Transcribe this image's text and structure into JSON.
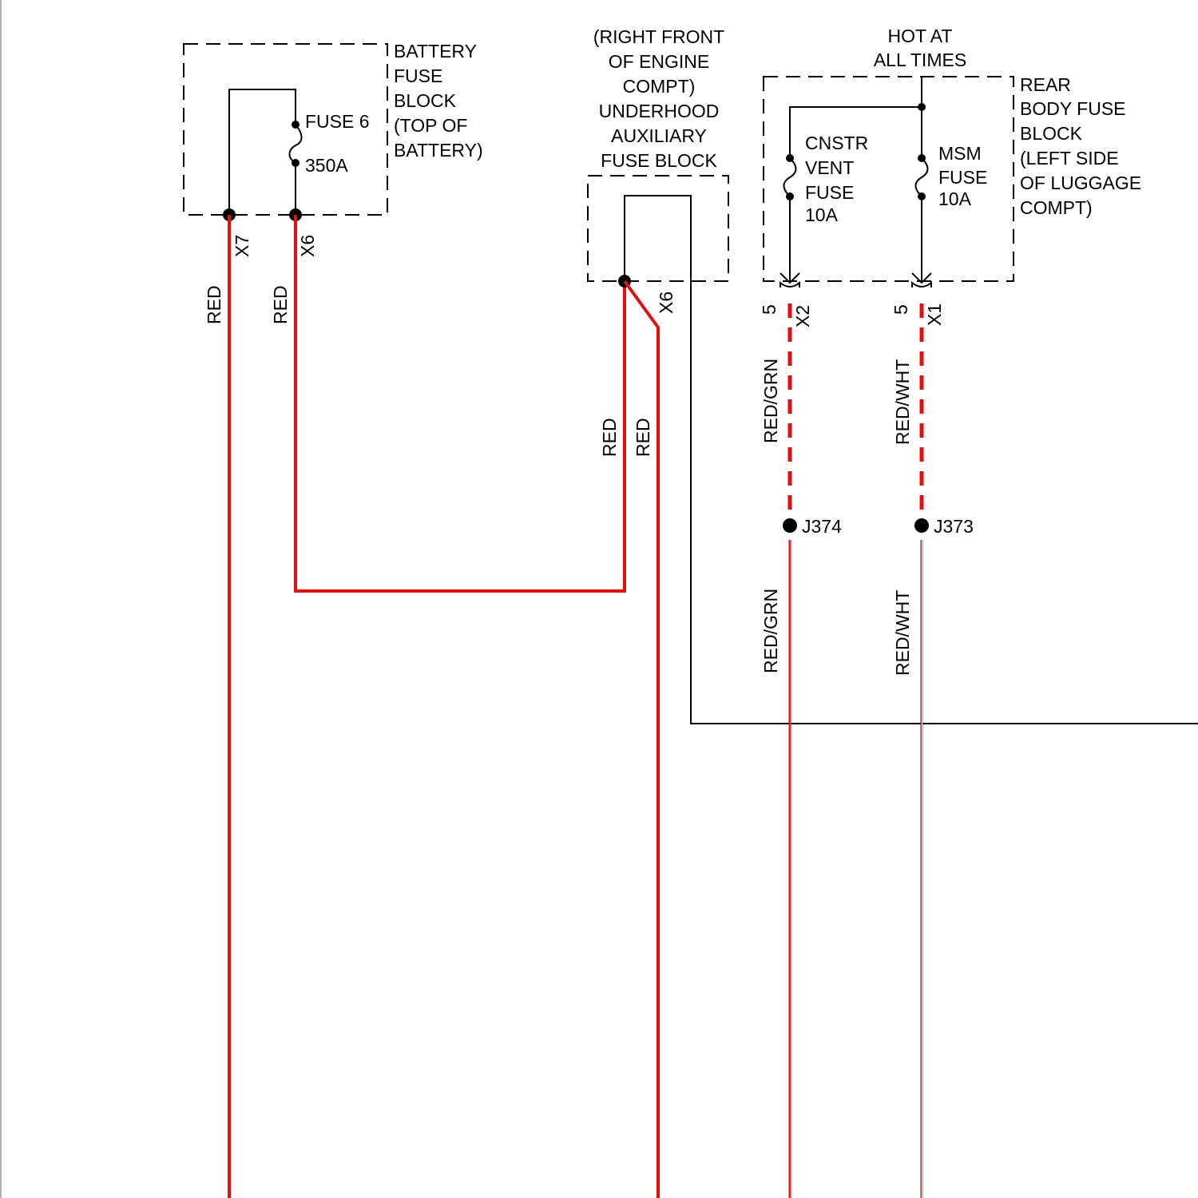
{
  "colors": {
    "wire_red": "#e01010",
    "wire_green_stripe": "#4a9a20",
    "wire_white_stripe": "#ffffff",
    "line_black": "#000000",
    "background": "#ffffff"
  },
  "battery_fuse_block": {
    "label_lines": [
      "BATTERY",
      "FUSE",
      "BLOCK",
      "(TOP OF",
      "BATTERY)"
    ],
    "fuse_name": "FUSE 6",
    "fuse_rating": "350A",
    "connector_left": "X7",
    "connector_right": "X6"
  },
  "underhood_aux_fuse_block": {
    "label_lines": [
      "(RIGHT FRONT",
      "OF ENGINE",
      "COMPT)",
      "UNDERHOOD",
      "AUXILIARY",
      "FUSE BLOCK"
    ],
    "connector": "X6"
  },
  "rear_body_fuse_block": {
    "hot_label_lines": [
      "HOT AT",
      "ALL TIMES"
    ],
    "label_lines": [
      "REAR",
      "BODY FUSE",
      "BLOCK",
      "(LEFT SIDE",
      "OF LUGGAGE",
      "COMPT)"
    ],
    "fuse_left_lines": [
      "CNSTR",
      "VENT",
      "FUSE",
      "10A"
    ],
    "fuse_right_lines": [
      "MSM",
      "FUSE",
      "10A"
    ],
    "connector_left": "X2",
    "connector_left_pin": "5",
    "connector_right": "X1",
    "connector_right_pin": "5"
  },
  "wire_labels": {
    "battery_x7": "RED",
    "battery_x6": "RED",
    "aux_left": "RED",
    "aux_right": "RED",
    "rear_x2_upper": "RED/GRN",
    "rear_x1_upper": "RED/WHT",
    "rear_x2_lower": "RED/GRN",
    "rear_x1_lower": "RED/WHT"
  },
  "splices": {
    "left": "J374",
    "right": "J373"
  }
}
